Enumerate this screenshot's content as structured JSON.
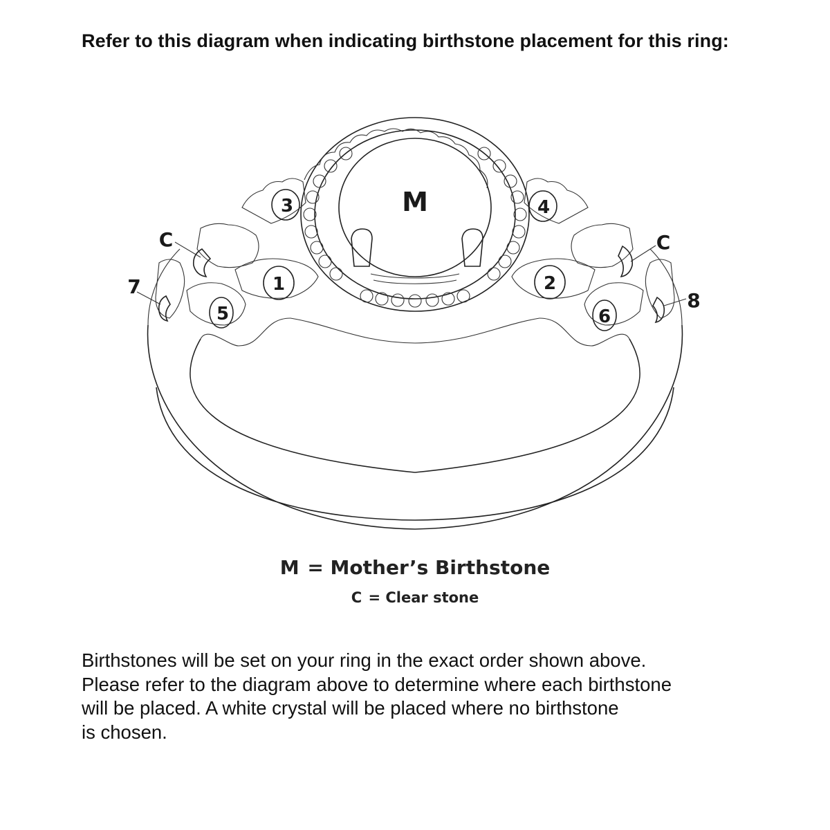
{
  "heading": "Refer to this diagram when indicating birthstone placement for this ring:",
  "diagram": {
    "center_label": "M",
    "stone_labels": {
      "s1": "1",
      "s2": "2",
      "s3": "3",
      "s4": "4",
      "s5": "5",
      "s6": "6",
      "s7": "7",
      "s8": "8",
      "c_left": "C",
      "c_right": "C"
    }
  },
  "legend": {
    "mother": {
      "key": "M",
      "eq": "=",
      "value": "Mother’s Birthstone"
    },
    "clear": {
      "key": "C",
      "eq": "=",
      "value": "Clear stone"
    }
  },
  "note": {
    "lines": [
      "Birthstones will be set on your ring in the exact order shown above.",
      "Please refer to the diagram above to determine where each birthstone",
      "will be placed. A white crystal will be placed where no birthstone",
      "is chosen."
    ]
  }
}
